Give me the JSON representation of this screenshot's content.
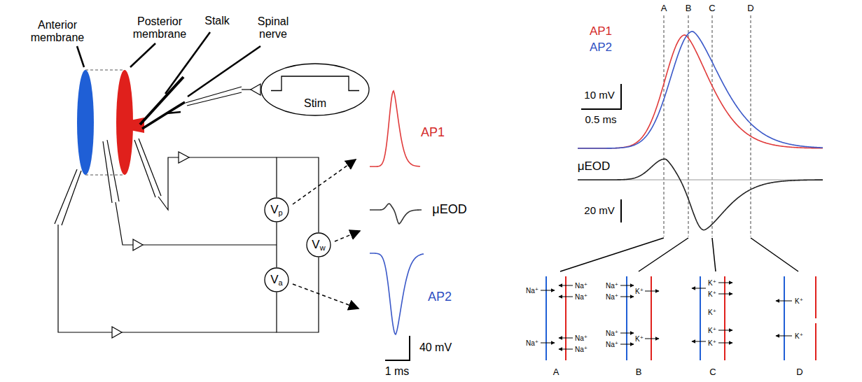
{
  "diagram": {
    "nodes": [
      {
        "text": [
          "Stim"
        ]
      },
      {
        "text": [
          "V",
          "p"
        ]
      },
      {
        "text": [
          "V",
          "w"
        ]
      },
      {
        "text": [
          "V",
          "a"
        ]
      }
    ],
    "edges": [
      {
        "from": 1,
        "to": 2,
        "arrow": "none"
      },
      {
        "from": 3,
        "to": 2,
        "arrow": "none"
      },
      {
        "from": 1,
        "to": 3,
        "arrow": "none"
      }
    ],
    "labels": [
      "Anterior membrane",
      "Posterior membrane",
      "Stalk",
      "Spinal nerve",
      "AP1",
      "μEOD",
      "AP2",
      "40 mV",
      "1 ms",
      "A",
      "B",
      "C",
      "D",
      "AP1",
      "AP2",
      "10 mV",
      "0.5 ms",
      "μEOD",
      "20 mV",
      "Na⁺",
      "Na⁺",
      "Na⁺",
      "Na⁺",
      "Na⁺",
      "Na⁺",
      "Na⁺",
      "Na⁺",
      "Na⁺",
      "Na⁺",
      "K⁺",
      "K⁺",
      "K⁺",
      "K⁺",
      "K⁺",
      "K⁺",
      "K⁺",
      "K⁺",
      "K⁺",
      "A",
      "B",
      "C",
      "D"
    ]
  }
}
